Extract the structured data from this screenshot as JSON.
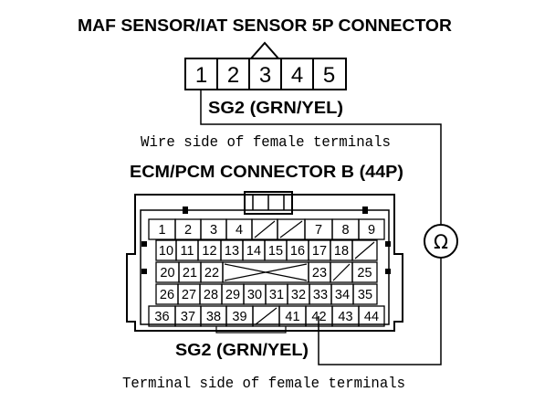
{
  "maf_connector": {
    "title": "MAF SENSOR/IAT SENSOR 5P CONNECTOR",
    "terminals": [
      "1",
      "2",
      "3",
      "4",
      "5"
    ],
    "wire_label": "SG2 (GRN/YEL)",
    "view_note": "Wire side of female terminals"
  },
  "ecm_connector": {
    "title": "ECM/PCM CONNECTOR B (44P)",
    "rows": [
      [
        "1",
        "2",
        "3",
        "4",
        "",
        "",
        "7",
        "8",
        "9"
      ],
      [
        "10",
        "11",
        "12",
        "13",
        "14",
        "15",
        "16",
        "17",
        "18",
        ""
      ],
      [
        "20",
        "21",
        "22",
        "",
        "",
        "",
        "",
        "23",
        "",
        "25"
      ],
      [
        "26",
        "27",
        "28",
        "29",
        "30",
        "31",
        "32",
        "33",
        "34",
        "35"
      ],
      [
        "36",
        "37",
        "38",
        "39",
        "",
        "41",
        "42",
        "43",
        "44"
      ]
    ],
    "wire_label": "SG2 (GRN/YEL)",
    "view_note": "Terminal side of female terminals"
  },
  "meter": {
    "symbol": "Ω"
  }
}
